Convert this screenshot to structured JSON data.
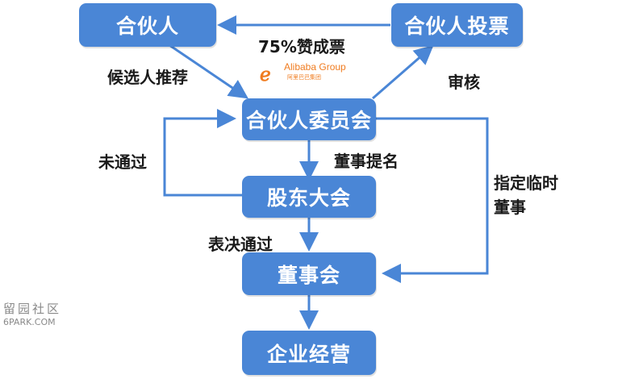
{
  "colors": {
    "box": "#4a86d6",
    "arrow": "#4a86d6",
    "logo": "#f07c20"
  },
  "nodes": {
    "partner": "合伙人",
    "partner_vote": "合伙人投票",
    "committee": "合伙人委员会",
    "shareholders": "股东大会",
    "board": "董事会",
    "operation": "企业经营"
  },
  "edges": {
    "recommend": "候选人推荐",
    "vote_75": "75%赞成票",
    "review": "审核",
    "not_passed": "未通过",
    "nominate": "董事提名",
    "appoint": "指定临时董事",
    "approved": "表决通过"
  },
  "logo": {
    "mark": "ℯ",
    "name": "Alibaba Group",
    "subtitle": "阿里巴巴集团"
  },
  "watermark": {
    "cn": "留园社区",
    "en": "6PARK.COM"
  }
}
